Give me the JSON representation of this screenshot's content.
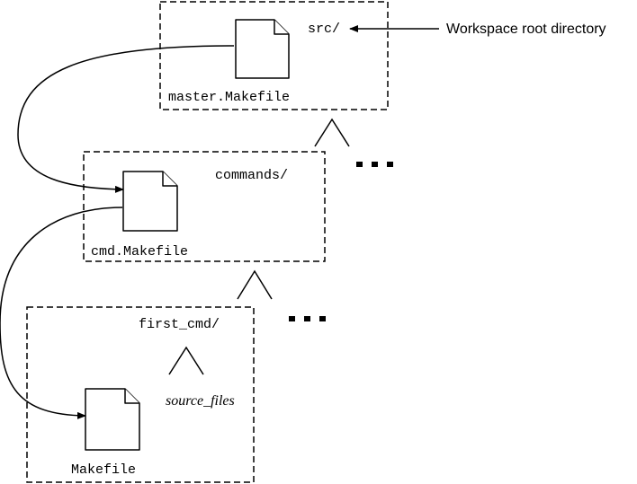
{
  "directories": {
    "src": {
      "name": "src/",
      "file": "master.Makefile"
    },
    "commands": {
      "name": "commands/",
      "file": "cmd.Makefile"
    },
    "first_cmd": {
      "name": "first_cmd/",
      "file": "Makefile",
      "subtree_label": "source_files"
    }
  },
  "annotation": {
    "text": "Workspace root directory"
  },
  "ellipsis": "...",
  "icons": {
    "file": "file-document-icon",
    "tree": "tree-caret-icon",
    "ellipsis": "ellipsis-icon"
  }
}
